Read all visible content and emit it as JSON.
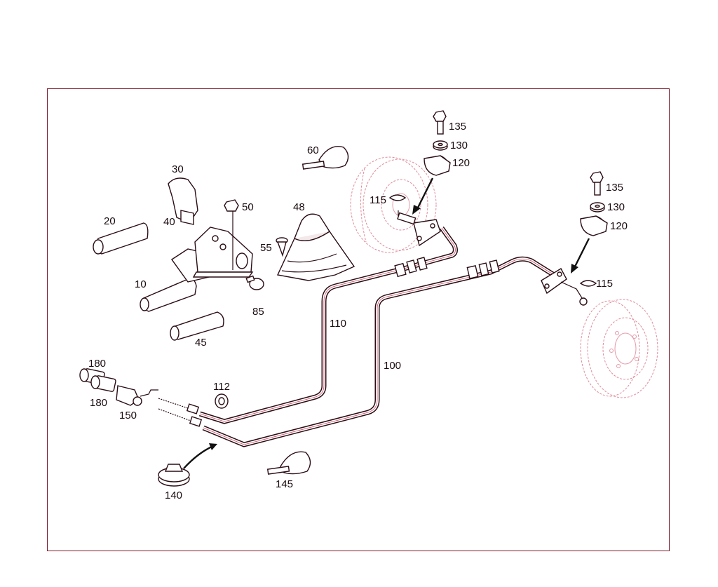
{
  "diagram": {
    "callouts": [
      {
        "id": "p10",
        "label": "10"
      },
      {
        "id": "p20",
        "label": "20"
      },
      {
        "id": "p30",
        "label": "30"
      },
      {
        "id": "p40",
        "label": "40"
      },
      {
        "id": "p45",
        "label": "45"
      },
      {
        "id": "p48",
        "label": "48"
      },
      {
        "id": "p50",
        "label": "50"
      },
      {
        "id": "p55",
        "label": "55"
      },
      {
        "id": "p60",
        "label": "60"
      },
      {
        "id": "p85",
        "label": "85"
      },
      {
        "id": "p100",
        "label": "100"
      },
      {
        "id": "p110",
        "label": "110"
      },
      {
        "id": "p112",
        "label": "112"
      },
      {
        "id": "p115a",
        "label": "115"
      },
      {
        "id": "p115b",
        "label": "115"
      },
      {
        "id": "p120a",
        "label": "120"
      },
      {
        "id": "p120b",
        "label": "120"
      },
      {
        "id": "p130a",
        "label": "130"
      },
      {
        "id": "p130b",
        "label": "130"
      },
      {
        "id": "p135a",
        "label": "135"
      },
      {
        "id": "p135b",
        "label": "135"
      },
      {
        "id": "p140",
        "label": "140"
      },
      {
        "id": "p145",
        "label": "145"
      },
      {
        "id": "p150",
        "label": "150"
      },
      {
        "id": "p180a",
        "label": "180"
      },
      {
        "id": "p180b",
        "label": "180"
      }
    ],
    "colors": {
      "frame": "#7a1a2a",
      "line": "#2a0d14",
      "accent": "#d04a66",
      "ghost": "#e08a9a"
    }
  }
}
